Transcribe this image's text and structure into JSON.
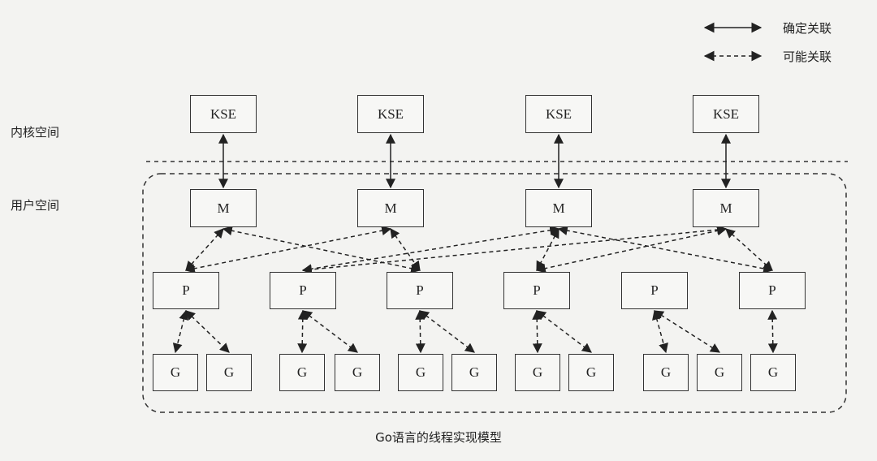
{
  "legend": {
    "definite": "确定关联",
    "possible": "可能关联"
  },
  "regions": {
    "kernel": "内核空间",
    "user": "用户空间"
  },
  "caption": "Go语言的线程实现模型",
  "nodes": {
    "kse": [
      "KSE",
      "KSE",
      "KSE",
      "KSE"
    ],
    "m": [
      "M",
      "M",
      "M",
      "M"
    ],
    "p": [
      "P",
      "P",
      "P",
      "P",
      "P",
      "P"
    ],
    "g": [
      "G",
      "G",
      "G",
      "G",
      "G",
      "G",
      "G",
      "G",
      "G",
      "G",
      "G"
    ]
  }
}
